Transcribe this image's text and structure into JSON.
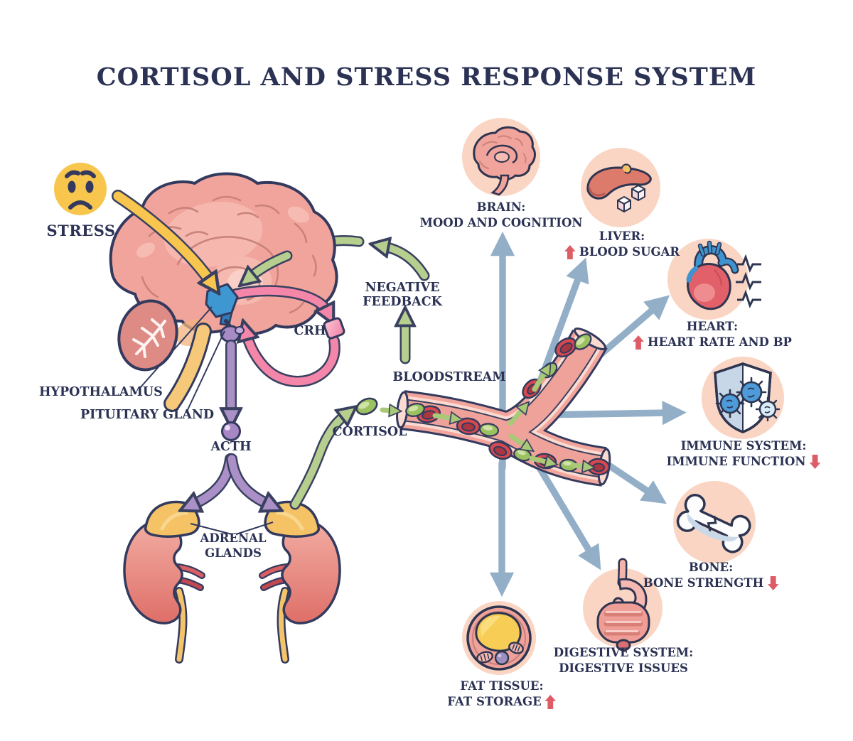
{
  "title": "CORTISOL AND STRESS RESPONSE SYSTEM",
  "pathway": {
    "stress": "STRESS",
    "hypothalamus": "HYPOTHALAMUS",
    "pituitary_gland": "PITUITARY GLAND",
    "crh": "CRH",
    "acth": "ACTH",
    "adrenal_line1": "ADRENAL",
    "adrenal_line2": "GLANDS",
    "cortisol": "CORTISOL",
    "negative_feedback_line1": "NEGATIVE",
    "negative_feedback_line2": "FEEDBACK",
    "bloodstream": "BLOODSTREAM"
  },
  "organs": [
    {
      "id": "brain",
      "label": "BRAIN:",
      "effect": "MOOD AND COGNITION",
      "direction": "none"
    },
    {
      "id": "liver",
      "label": "LIVER:",
      "effect": "BLOOD SUGAR",
      "direction": "up"
    },
    {
      "id": "heart",
      "label": "HEART:",
      "effect": "HEART RATE AND BP",
      "direction": "up"
    },
    {
      "id": "immune",
      "label": "IMMUNE SYSTEM:",
      "effect": "IMMUNE FUNCTION",
      "direction": "down"
    },
    {
      "id": "bone",
      "label": "BONE:",
      "effect": "BONE STRENGTH",
      "direction": "down"
    },
    {
      "id": "digestive",
      "label": "DIGESTIVE SYSTEM:",
      "effect": "DIGESTIVE ISSUES",
      "direction": "none"
    },
    {
      "id": "fat",
      "label": "FAT TISSUE:",
      "effect": "FAT STORAGE",
      "direction": "up"
    }
  ],
  "colors": {
    "text_navy": "#2B3254",
    "stress_yellow": "#F9C64D",
    "arrow_green": "#B7CF8E",
    "arrow_pink": "#F486A9",
    "arrow_purple": "#AA90C7",
    "arrow_blue_gray": "#93AFC8",
    "indicator_red": "#DD5C66",
    "organ_circle_bg": "#FAD5C4",
    "vessel_pink": "#F2A59D",
    "cortisol_green": "#9CC161",
    "hypothalamus_blue": "#3E97D1"
  }
}
